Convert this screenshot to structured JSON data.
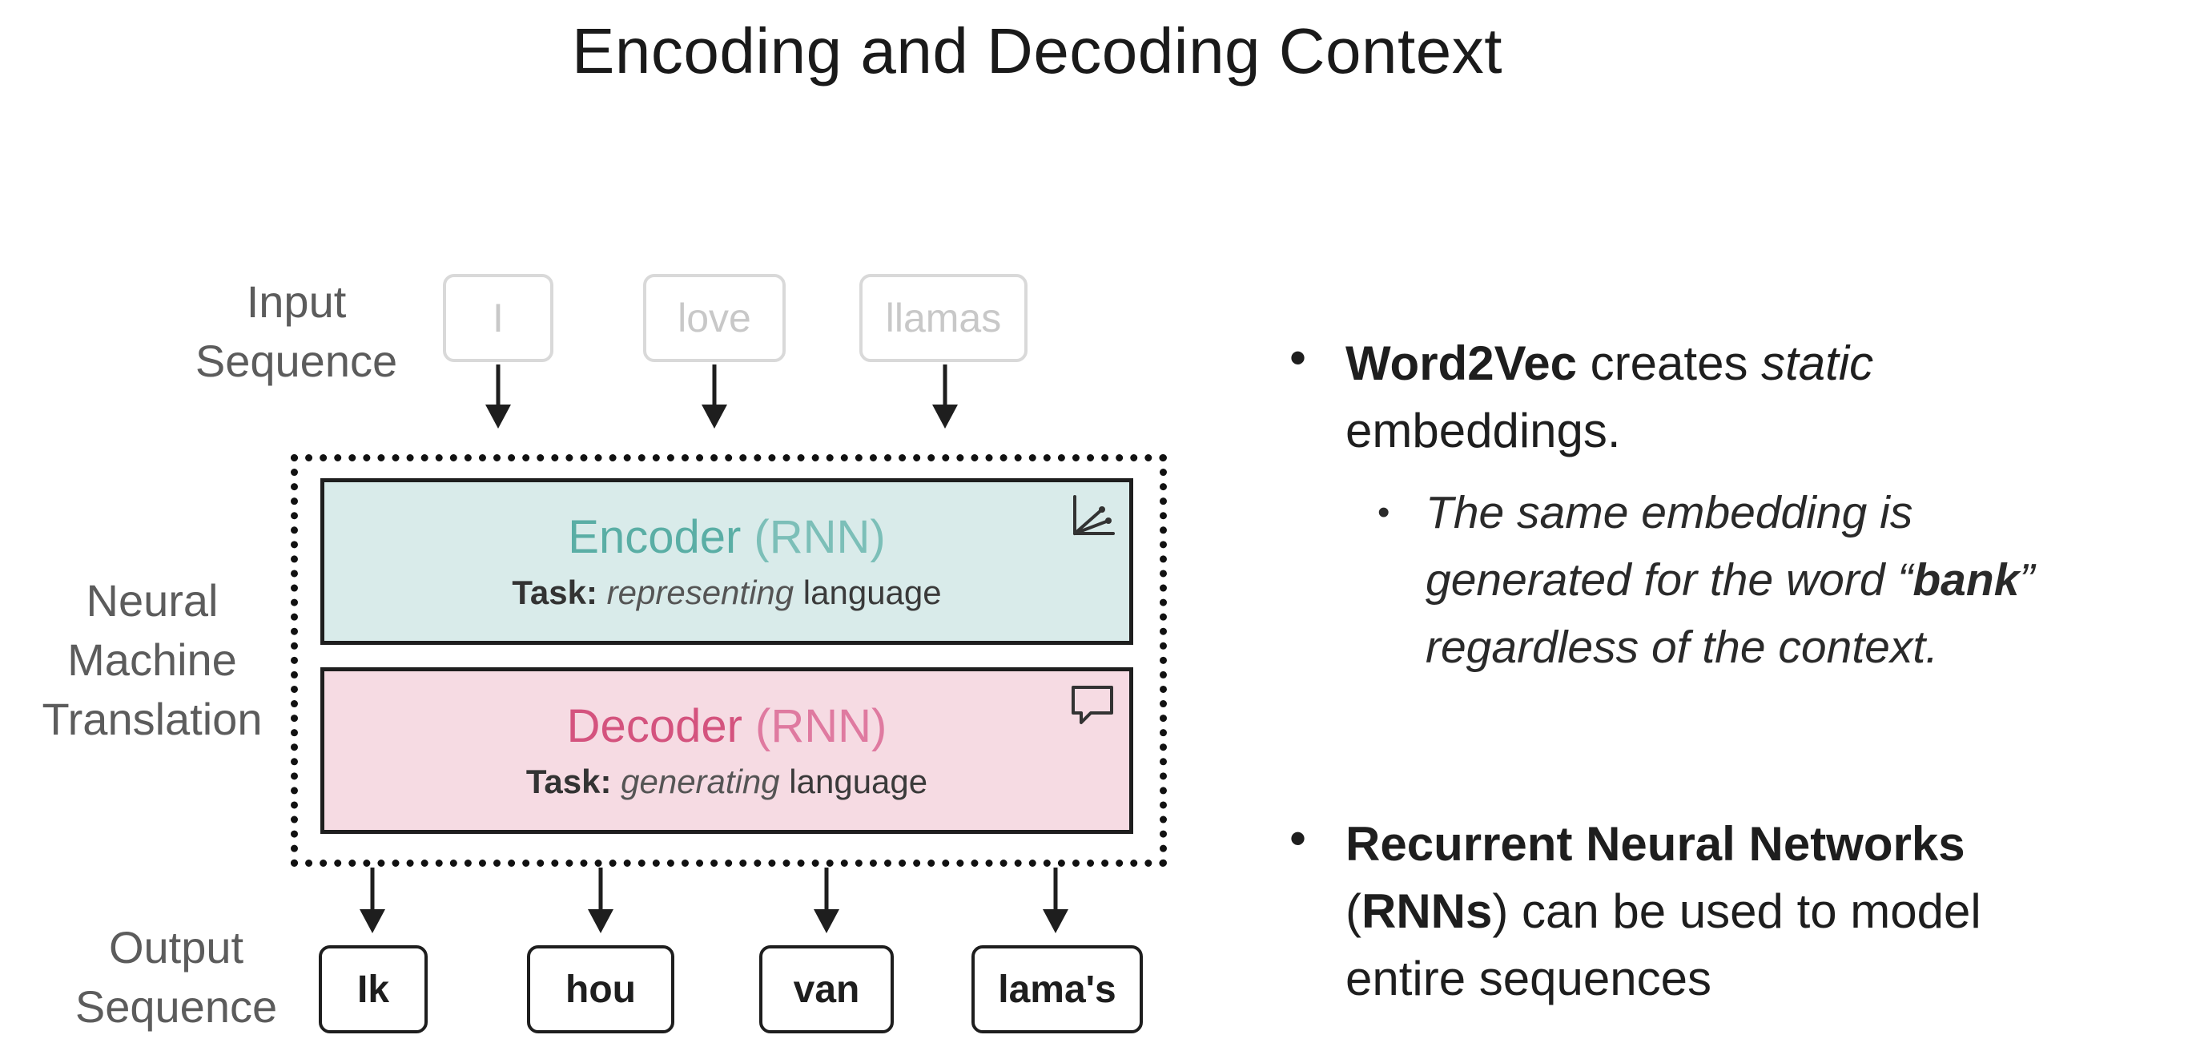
{
  "title": "Encoding and Decoding Context",
  "labels": {
    "input_sequence": [
      "Input",
      "Sequence"
    ],
    "nmt": [
      "Neural",
      "Machine",
      "Translation"
    ],
    "output_sequence": [
      "Output",
      "Sequence"
    ]
  },
  "input_tokens": [
    "I",
    "love",
    "llamas"
  ],
  "output_tokens": [
    "Ik",
    "hou",
    "van",
    "lama's"
  ],
  "encoder": {
    "name": "Encoder",
    "kind": "(RNN)",
    "task_label": "Task:",
    "task_verb": "representing",
    "task_object": "language",
    "icon": "vector-axes-icon"
  },
  "decoder": {
    "name": "Decoder",
    "kind": "(RNN)",
    "task_label": "Task:",
    "task_verb": "generating",
    "task_object": "language",
    "icon": "speech-bubble-icon"
  },
  "bullets": {
    "word2vec": {
      "bold": "Word2Vec",
      "plain": " creates ",
      "italic": "static",
      "line2": "embeddings."
    },
    "sub": {
      "line1": "The same embedding is",
      "line2_pre": "generated for the word “",
      "line2_bold": "bank",
      "line2_post": "”",
      "line3": "regardless of the context."
    },
    "rnn": {
      "line1_bold": "Recurrent Neural Networks",
      "line2_open": "(",
      "line2_bold": "RNNs",
      "line2_rest": ") can be used to model",
      "line3": "entire sequences"
    }
  },
  "colors": {
    "encoder_fill": "#d9ebea",
    "encoder_text": "#5aaea5",
    "decoder_fill": "#f6dbe3",
    "decoder_text": "#d4537e"
  }
}
